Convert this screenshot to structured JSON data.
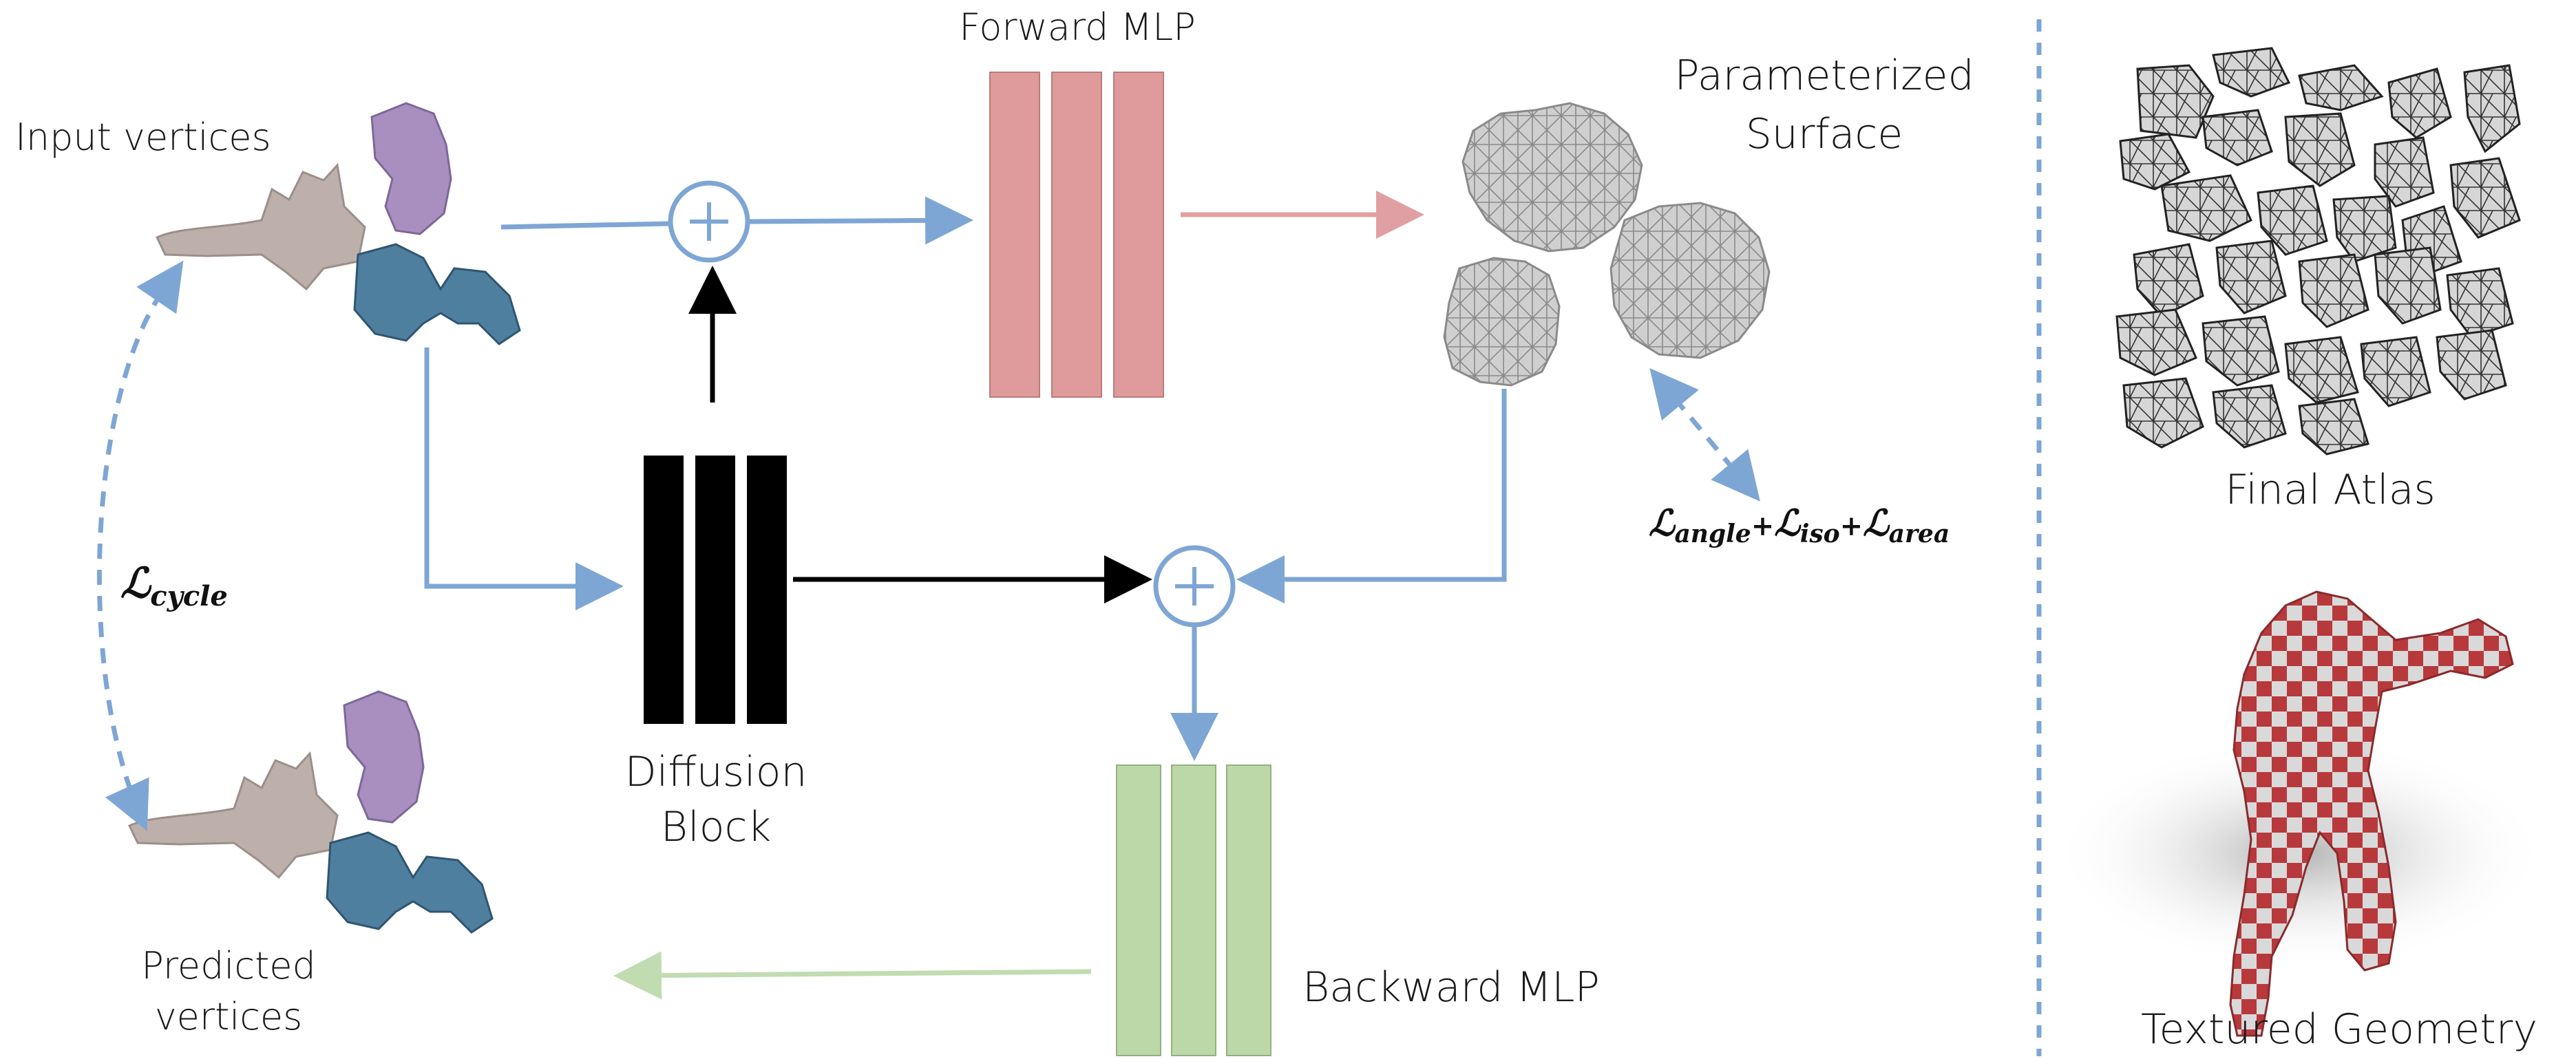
{
  "labels": {
    "input_vertices": "Input vertices",
    "predicted_vertices_line1": "Predicted",
    "predicted_vertices_line2": "vertices",
    "forward_mlp": "Forward MLP",
    "backward_mlp": "Backward MLP",
    "diffusion_block_line1": "Diffusion",
    "diffusion_block_line2": "Block",
    "parameterized_surface_line1": "Parameterized",
    "parameterized_surface_line2": "Surface",
    "final_atlas": "Final Atlas",
    "textured_geometry": "Textured Geometry"
  },
  "losses": {
    "cycle": {
      "main": "ℒ",
      "sub": "cycle"
    },
    "distortion": {
      "angle": {
        "main": "ℒ",
        "sub": "angle"
      },
      "iso": {
        "main": "ℒ",
        "sub": "iso"
      },
      "area": {
        "main": "ℒ",
        "sub": "area"
      },
      "plus": "+"
    }
  },
  "colors": {
    "blue_arrow": "#7ea6d4",
    "red_arrow": "#e0a0a3",
    "green_arrow": "#c0dcb0",
    "forward_mlp": "#df9b9b",
    "backward_mlp": "#bcd8a8",
    "diffusion_block": "#000000",
    "mesh_gray": "#c8c8c8",
    "shape_tan": "#bdb0ab",
    "shape_purple": "#a88fc0",
    "shape_teal": "#4f7f9f",
    "checker_red": "#b8393c",
    "checker_light": "#d8d8d8",
    "divider": "#7ea6d4"
  },
  "icons": [
    "plus-circle-icon",
    "plus-circle-icon"
  ]
}
